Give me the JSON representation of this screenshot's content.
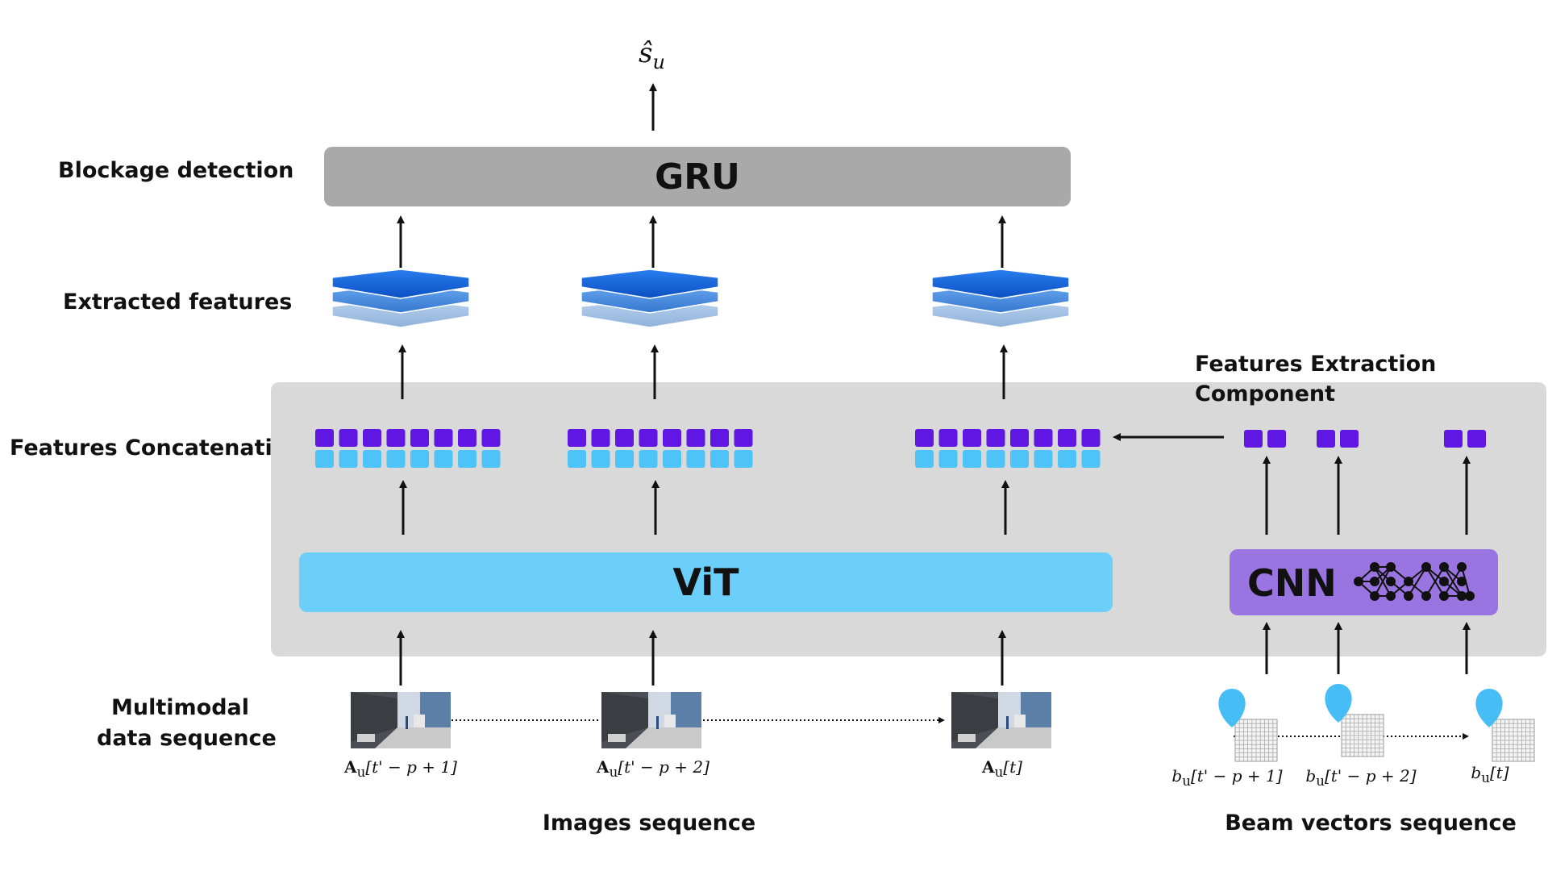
{
  "output": {
    "symbol": "ŝ",
    "subscript": "u"
  },
  "gru": {
    "label": "GRU"
  },
  "vit": {
    "label": "ViT"
  },
  "cnn": {
    "label": "CNN"
  },
  "component": {
    "title": "Features Extraction Component"
  },
  "rows": {
    "blockage": "Blockage detection",
    "extracted": "Extracted features",
    "concat": "Features Concatenation",
    "multimodal_1": "Multimodal",
    "multimodal_2": "data sequence"
  },
  "images": {
    "captions": [
      "A_u[t' − p + 1]",
      "A_u[t' − p + 2]",
      "A_u[t]"
    ],
    "caption_parts": [
      {
        "base": "A",
        "sub": "u",
        "arg": "[t' − p + 1]"
      },
      {
        "base": "A",
        "sub": "u",
        "arg": "[t' − p + 2]"
      },
      {
        "base": "A",
        "sub": "u",
        "arg": "[t]"
      }
    ],
    "sequence_label": "Images sequence"
  },
  "beams": {
    "caption_parts": [
      {
        "base": "b",
        "sub": "u",
        "arg": "[t' − p + 1]"
      },
      {
        "base": "b",
        "sub": "u",
        "arg": "[t' − p + 2]"
      },
      {
        "base": "b",
        "sub": "u",
        "arg": "[t]"
      }
    ],
    "sequence_label": "Beam vectors sequence"
  },
  "colors": {
    "gru": "#a9a9a9",
    "component_bg": "#d9d9d9",
    "vit": "#6ccff9",
    "cnn": "#9a74e0",
    "feature_dark": "#6017e3",
    "feature_light": "#4dc3f7",
    "stack_top": "#1f6fe0",
    "beam_blue": "#47bdf5"
  }
}
